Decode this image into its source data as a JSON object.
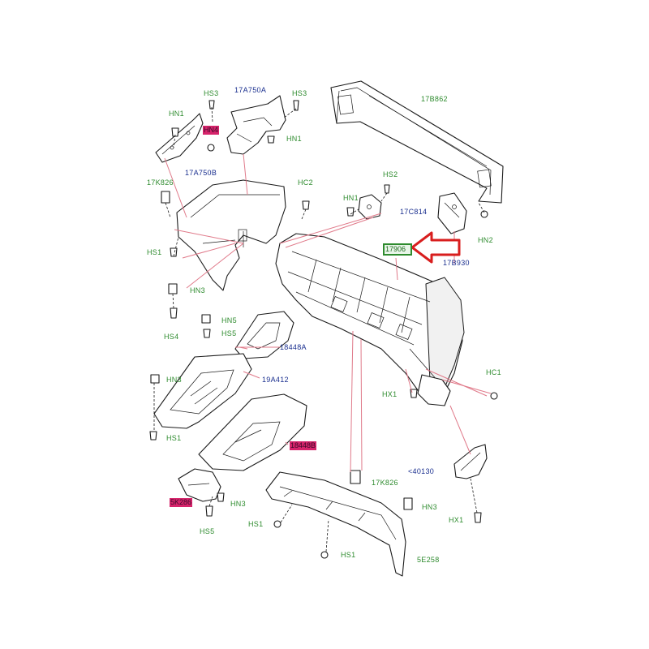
{
  "labels": {
    "17B862": "17B862",
    "17A750A": "17A750A",
    "17A750B": "17A750B",
    "HS3_a": "HS3",
    "HS3_b": "HS3",
    "HN1_a": "HN1",
    "HN1_b": "HN1",
    "HN1_c": "HN1",
    "17K826_a": "17K826",
    "17K826_b": "17K826",
    "HC2": "HC2",
    "HS2": "HS2",
    "17C814": "17C814",
    "HN2": "HN2",
    "17B930": "17B930",
    "HS1_a": "HS1",
    "HS1_b": "HS1",
    "HS1_c": "HS1",
    "HS1_d": "HS1",
    "HN3_a": "HN3",
    "HN3_b": "HN3",
    "HN3_c": "HN3",
    "HN3_d": "HN3",
    "HS4": "HS4",
    "HN5": "HN5",
    "HS5_a": "HS5",
    "HS5_b": "HS5",
    "18448A": "18448A",
    "19A412": "19A412",
    "HC1": "HC1",
    "HX1_a": "HX1",
    "HX1_b": "HX1",
    "40130": "<40130",
    "5E258": "5E258"
  },
  "highlighted": {
    "HN4": "HN4",
    "17906": "17906",
    "18448B": "18448B",
    "5K286": "5K286"
  },
  "colors": {
    "callout_green": "#2e8b2e",
    "callout_blue": "#1a2f8f",
    "highlight_red": "#d6246b",
    "leader_line": "#e07a8a",
    "arrow_red": "#d81e1e"
  }
}
